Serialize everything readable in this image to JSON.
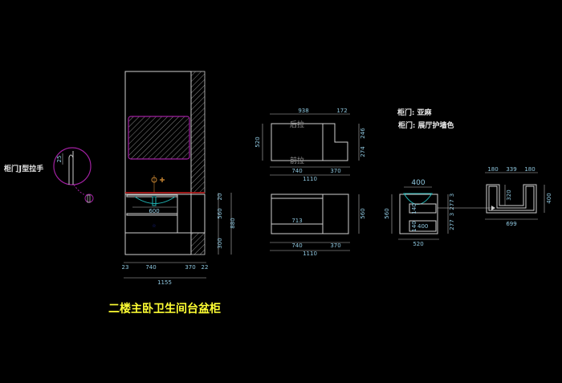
{
  "title": "二楼主卧卫生间台盆柜",
  "handle_label": "柜门J型拉手",
  "notes": [
    "柜门: 亚麻",
    "柜门: 展厅护墙色"
  ],
  "plan_labels": {
    "back": "后拉",
    "front": "前拉"
  },
  "elevation_dims": {
    "handle": "25",
    "basin": "600",
    "top": "20",
    "cabinet": "560",
    "base": "300",
    "total_h": "880",
    "left": "23",
    "main": "740",
    "side": "370",
    "right": "22",
    "total_w": "1155"
  },
  "plan_dims": {
    "top_a": "938",
    "top_b": "172",
    "depth": "520",
    "r1": "246",
    "r2": "274",
    "w1": "740",
    "w2": "370",
    "total": "1110"
  },
  "front_dims": {
    "drawer": "713",
    "height": "560",
    "w1": "740",
    "w2": "370",
    "total": "1110"
  },
  "section_dims": {
    "basin": "400",
    "height": "560",
    "g1": "3",
    "h1": "277",
    "g2": "3",
    "h2": "277",
    "d1": "140",
    "d2": "140",
    "inner": "400",
    "depth": "520"
  },
  "u_dims": {
    "a": "180",
    "b": "339",
    "c": "180",
    "inner_h": "320",
    "h": "400",
    "w": "699"
  },
  "colors": {
    "title": "#ffff33",
    "detail": "#a020a0",
    "basin": "#20b0b0",
    "counter": "#d02020"
  }
}
